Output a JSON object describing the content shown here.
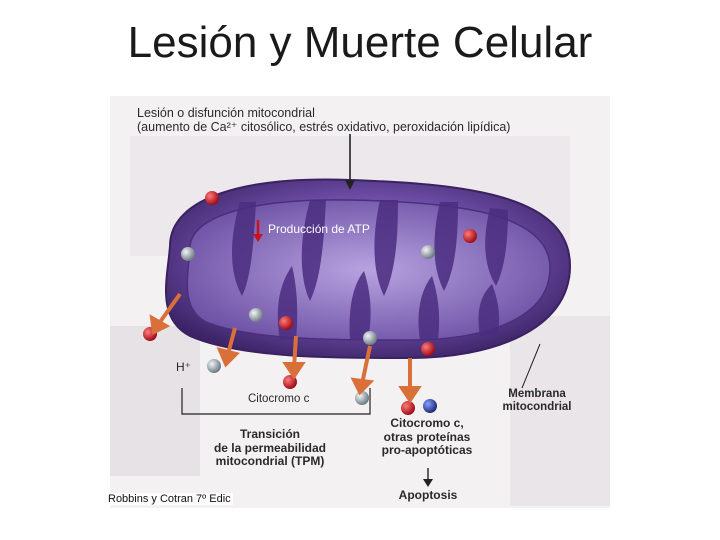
{
  "slide": {
    "title": "Lesión y Muerte Celular",
    "credit": "Robbins y Cotran 7º Edic"
  },
  "diagram": {
    "top_label_line1": "Lesión o disfunción mitocondrial",
    "top_label_line2": "(aumento de Ca²⁺ citosólico, estrés oxidativo, peroxidación lipídica)",
    "atp_label": "Producción de ATP",
    "proton_label": "H⁺",
    "cytochrome_label": "Citocromo c",
    "tpm_label_line1": "Transición",
    "tpm_label_line2": "de la permeabilidad",
    "tpm_label_line3": "mitocondrial (TPM)",
    "cyto_proteins_line1": "Citocromo c,",
    "cyto_proteins_line2": "otras proteínas",
    "cyto_proteins_line3": "pro-apoptóticas",
    "membrane_line1": "Membrana",
    "membrane_line2": "mitocondrial",
    "apoptosis_label": "Apoptosis"
  },
  "colors": {
    "mito_outer": "#5a3d8c",
    "mito_inner": "#8a6fc0",
    "red_particle": "#c4141e",
    "gray_particle": "#9aa6ae",
    "blue_particle": "#2a3f9a",
    "arrow": "#d9703a"
  }
}
